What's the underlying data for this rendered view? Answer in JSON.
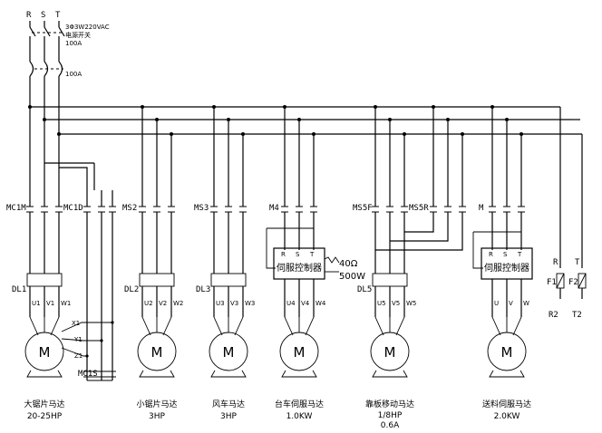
{
  "supply": {
    "phases": [
      "R",
      "S",
      "T"
    ],
    "spec": "3Φ3W220VAC",
    "switch_label": "电源开关",
    "breaker1": "100A",
    "breaker2": "100A"
  },
  "contactors": {
    "mc1m": "MC1M",
    "mc1d": "MC1D",
    "mc1s": "MC1S",
    "ms2": "MS2",
    "ms3": "MS3",
    "m4": "M4",
    "ms5f": "MS5F",
    "ms5r": "MS5R",
    "m6": "M"
  },
  "overloads": {
    "dl1": "DL1",
    "dl2": "DL2",
    "dl3": "DL3",
    "dl5": "DL5"
  },
  "terminals": {
    "t1": [
      "U1",
      "V1",
      "W1"
    ],
    "t2": [
      "U2",
      "V2",
      "W2"
    ],
    "t3": [
      "U3",
      "V3",
      "W3"
    ],
    "t4": [
      "U4",
      "V4",
      "W4"
    ],
    "t5": [
      "U5",
      "V5",
      "W5"
    ],
    "t6": [
      "U",
      "V",
      "W"
    ],
    "drv_in": [
      "R",
      "S",
      "T"
    ]
  },
  "star_delta": [
    "X1",
    "Y1",
    "Z1"
  ],
  "servo": {
    "label": "伺服控制器",
    "resistor_ohm": "40Ω",
    "resistor_w": "500W"
  },
  "fuses": {
    "in1": "R",
    "in2": "T",
    "f1": "F1",
    "f2": "F2",
    "out1": "R2",
    "out2": "T2"
  },
  "motor_symbol": "M",
  "motors": [
    {
      "name": "大锯片马达",
      "spec": "20-25HP",
      "spec2": ""
    },
    {
      "name": "小锯片马达",
      "spec": "3HP",
      "spec2": ""
    },
    {
      "name": "风车马达",
      "spec": "3HP",
      "spec2": ""
    },
    {
      "name": "台车伺服马达",
      "spec": "1.0KW",
      "spec2": ""
    },
    {
      "name": "靠板移动马达",
      "spec": "1/8HP",
      "spec2": "0.6A"
    },
    {
      "name": "送料伺服马达",
      "spec": "2.0KW",
      "spec2": ""
    }
  ]
}
